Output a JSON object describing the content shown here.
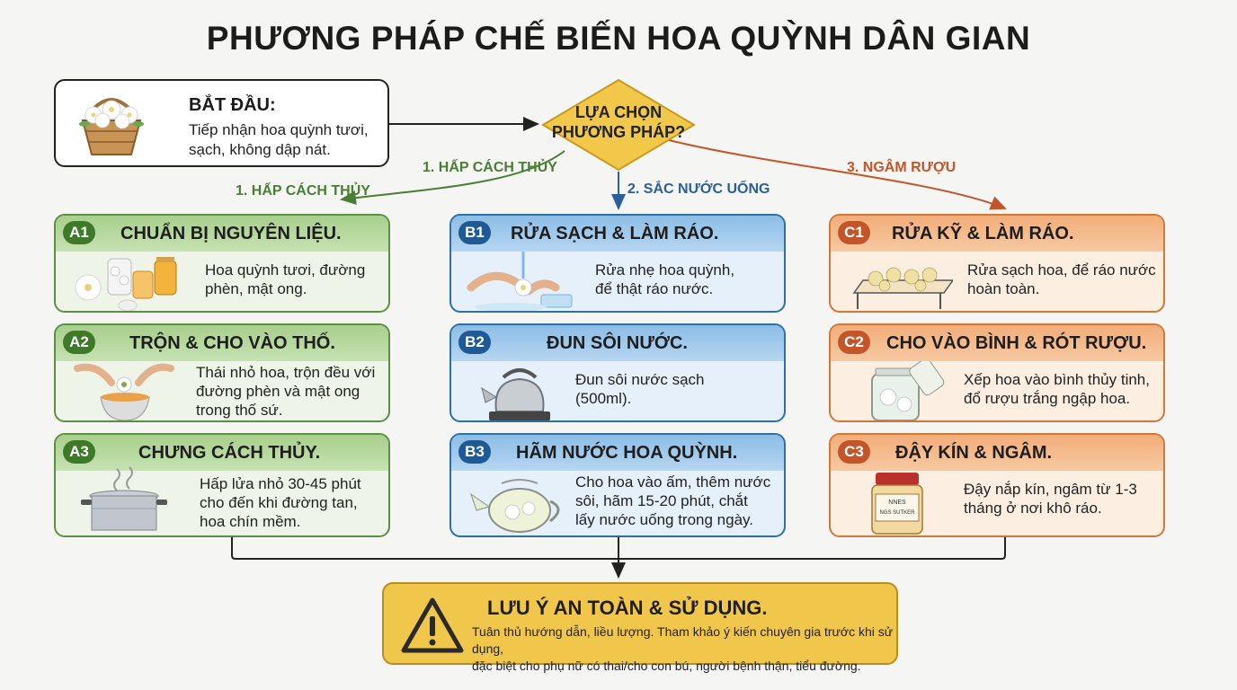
{
  "title": "PHƯƠNG PHÁP CHẾ BIẾN HOA QUỲNH DÂN GIAN",
  "start": {
    "heading": "BẮT ĐẦU:",
    "line1": "Tiếp nhận hoa quỳnh tươi,",
    "line2": "sạch, không dập nát."
  },
  "decision": {
    "line1": "LỰA CHỌN",
    "line2": "PHƯƠNG PHÁP?"
  },
  "branches": {
    "steam_a": "1. HẤP CÁCH THỦY",
    "steam_b": "1. HẤP CÁCH THỦY",
    "decoction": "2. SẮC NƯỚC UỐNG",
    "wine": "3. NGÂM RƯỢU"
  },
  "steam": [
    {
      "badge": "A1",
      "title": "CHUẨN BỊ NGUYÊN LIỆU.",
      "lines": [
        "Hoa quỳnh tươi, đường",
        "phèn, mật ong."
      ],
      "icon": "ingredients-jars-icon"
    },
    {
      "badge": "A2",
      "title": "TRỘN & CHO VÀO THỐ.",
      "lines": [
        "Thái nhỏ hoa, trộn đều với",
        "đường phèn và mật ong",
        "trong thố sứ."
      ],
      "icon": "mixing-bowl-icon"
    },
    {
      "badge": "A3",
      "title": "CHƯNG CÁCH THỦY.",
      "lines": [
        "Hấp lửa nhỏ 30-45 phút",
        "cho đến khi đường tan,",
        "hoa chín mềm."
      ],
      "icon": "steamer-pot-icon"
    }
  ],
  "decoct": [
    {
      "badge": "B1",
      "title": "RỬA SẠCH & LÀM RÁO.",
      "lines": [
        "Rửa nhẹ hoa quỳnh,",
        "để thật ráo nước."
      ],
      "icon": "washing-hands-icon"
    },
    {
      "badge": "B2",
      "title": "ĐUN SÔI NƯỚC.",
      "lines": [
        "Đun sôi nước sạch",
        "(500ml)."
      ],
      "icon": "kettle-icon"
    },
    {
      "badge": "B3",
      "title": "HÃM NƯỚC HOA QUỲNH.",
      "lines": [
        "Cho hoa vào ấm, thêm nước",
        "sôi, hãm 15-20 phút, chắt",
        "lấy nước uống trong ngày."
      ],
      "icon": "teapot-icon"
    }
  ],
  "soak": [
    {
      "badge": "C1",
      "title": "RỬA KỸ & LÀM RÁO.",
      "lines": [
        "Rửa sạch hoa, để ráo nước",
        "hoàn toàn."
      ],
      "icon": "drying-rack-icon"
    },
    {
      "badge": "C2",
      "title": "CHO VÀO BÌNH & RÓT RƯỢU.",
      "lines": [
        "Xếp hoa vào bình thủy tinh,",
        "đổ rượu trắng ngập hoa."
      ],
      "icon": "glass-jar-icon"
    },
    {
      "badge": "C3",
      "title": "ĐẬY KÍN & NGÂM.",
      "lines": [
        "Đậy nắp kín, ngâm từ 1-3",
        "tháng ở nơi khô ráo."
      ],
      "icon": "sealed-jar-icon"
    }
  ],
  "jar_label": {
    "line1": "NNES",
    "line2": "NGS SUTKER"
  },
  "note": {
    "heading": "LƯU Ý AN TOÀN & SỬ DỤNG.",
    "line1": "Tuân thủ hướng dẫn, liều lượng. Tham khảo ý kiến chuyên gia trước khi sử dụng,",
    "line2": "đặc biệt cho phụ nữ có thai/cho con bú, người bệnh thận, tiểu đường."
  },
  "colors": {
    "green": "#3e7a2a",
    "blue": "#1f5a94",
    "orange": "#c2552a",
    "warning": "#f0c64b"
  }
}
